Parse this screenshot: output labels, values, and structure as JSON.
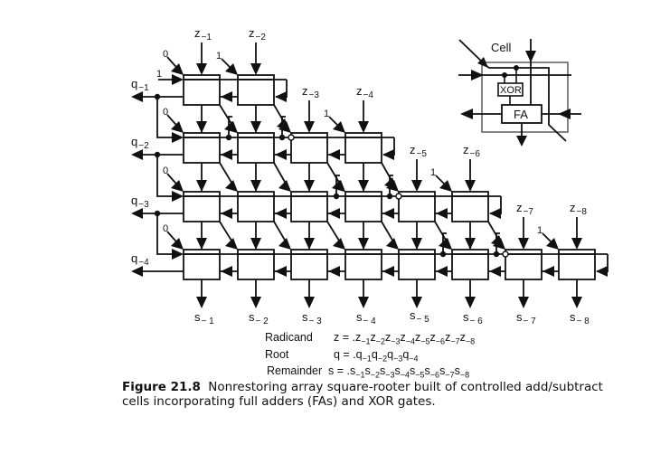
{
  "figure": {
    "number_label": "Figure 21.8",
    "caption_text": "Nonrestoring array square-rooter built of controlled add/subtract cells incorporating full adders (FAs) and XOR gates."
  },
  "inset": {
    "title": "Cell",
    "xor_label": "XOR",
    "fa_label": "FA"
  },
  "inputs": {
    "z": [
      {
        "base": "z",
        "sub": "−1"
      },
      {
        "base": "z",
        "sub": "−2"
      },
      {
        "base": "z",
        "sub": "−3"
      },
      {
        "base": "z",
        "sub": "−4"
      },
      {
        "base": "z",
        "sub": "−5"
      },
      {
        "base": "z",
        "sub": "−6"
      },
      {
        "base": "z",
        "sub": "−7"
      },
      {
        "base": "z",
        "sub": "−8"
      }
    ],
    "constants": {
      "row1_left_top": "0",
      "row1_left_side": "1",
      "row1_second": "1",
      "row2_left": "0",
      "row2_fourth": "1",
      "row3_left": "0",
      "row3_sixth": "1",
      "row4_left": "0",
      "row4_eighth": "1"
    }
  },
  "outputs": {
    "q": [
      {
        "base": "q",
        "sub": "−1"
      },
      {
        "base": "q",
        "sub": "−2"
      },
      {
        "base": "q",
        "sub": "−3"
      },
      {
        "base": "q",
        "sub": "−4"
      }
    ],
    "s": [
      {
        "base": "s",
        "sub": "− 1"
      },
      {
        "base": "s",
        "sub": "− 2"
      },
      {
        "base": "s",
        "sub": "− 3"
      },
      {
        "base": "s",
        "sub": "− 4"
      },
      {
        "base": "s",
        "sub": "− 5"
      },
      {
        "base": "s",
        "sub": "− 6"
      },
      {
        "base": "s",
        "sub": "− 7"
      },
      {
        "base": "s",
        "sub": "− 8"
      }
    ]
  },
  "legend": {
    "radicand": {
      "name": "Radicand",
      "lhs": "z = .",
      "terms": [
        [
          "z",
          "−1"
        ],
        [
          "z",
          "−2"
        ],
        [
          "z",
          "−3"
        ],
        [
          "z",
          "−4"
        ],
        [
          "z",
          "−5"
        ],
        [
          "z",
          "−6"
        ],
        [
          "z",
          "−7"
        ],
        [
          "z",
          "−8"
        ]
      ]
    },
    "root": {
      "name": "Root",
      "lhs": "q = .",
      "terms": [
        [
          "q",
          "−1"
        ],
        [
          "q",
          "−2"
        ],
        [
          "q",
          "−3"
        ],
        [
          "q",
          "−4"
        ]
      ]
    },
    "remainder": {
      "name": "Remainder",
      "lhs": "s = .",
      "terms": [
        [
          "s",
          "−1"
        ],
        [
          "s",
          "−2"
        ],
        [
          "s",
          "−3"
        ],
        [
          "s",
          "−4"
        ],
        [
          "s",
          "−5"
        ],
        [
          "s",
          "−6"
        ],
        [
          "s",
          "−7"
        ],
        [
          "s",
          "−8"
        ]
      ]
    }
  },
  "array": {
    "rows": [
      {
        "cells": 2
      },
      {
        "cells": 4
      },
      {
        "cells": 6
      },
      {
        "cells": 8
      }
    ]
  }
}
